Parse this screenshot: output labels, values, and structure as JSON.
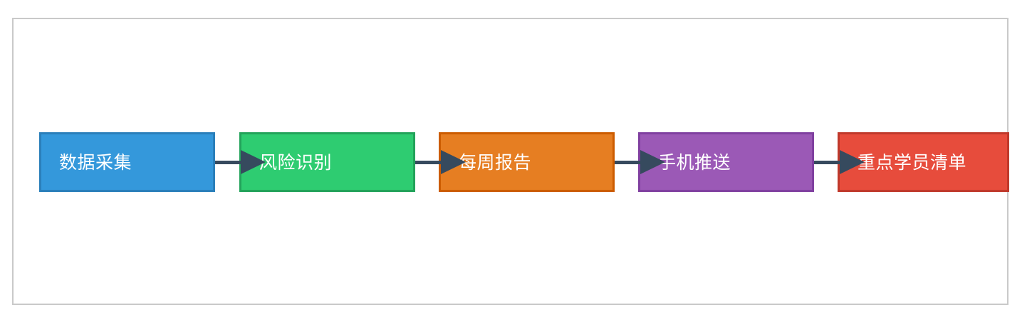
{
  "diagram": {
    "type": "flowchart",
    "orientation": "left-to-right",
    "frame_border_color": "#c9c9c9",
    "background_color": "#ffffff",
    "connector_color": "#364a5e",
    "label_color": "#ffffff",
    "nodes": [
      {
        "id": "node-0",
        "label": "数据采集",
        "fill": "#3498db",
        "border": "#2a7fba"
      },
      {
        "id": "node-1",
        "label": "风险识别",
        "fill": "#2ecc71",
        "border": "#22a35a"
      },
      {
        "id": "node-2",
        "label": "每周报告",
        "fill": "#e67e22",
        "border": "#cc5c00"
      },
      {
        "id": "node-3",
        "label": "手机推送",
        "fill": "#9b59b6",
        "border": "#8040a0"
      },
      {
        "id": "node-4",
        "label": "重点学员清单",
        "fill": "#e74c3c",
        "border": "#c0392b"
      }
    ],
    "edges": [
      {
        "id": "conn-0",
        "from": "数据采集",
        "to": "风险识别",
        "label": ""
      },
      {
        "id": "conn-1",
        "from": "风险识别",
        "to": "每周报告",
        "label": ""
      },
      {
        "id": "conn-2",
        "from": "每周报告",
        "to": "手机推送",
        "label": ""
      },
      {
        "id": "conn-3",
        "from": "手机推送",
        "to": "重点学员清单",
        "label": ""
      }
    ]
  }
}
